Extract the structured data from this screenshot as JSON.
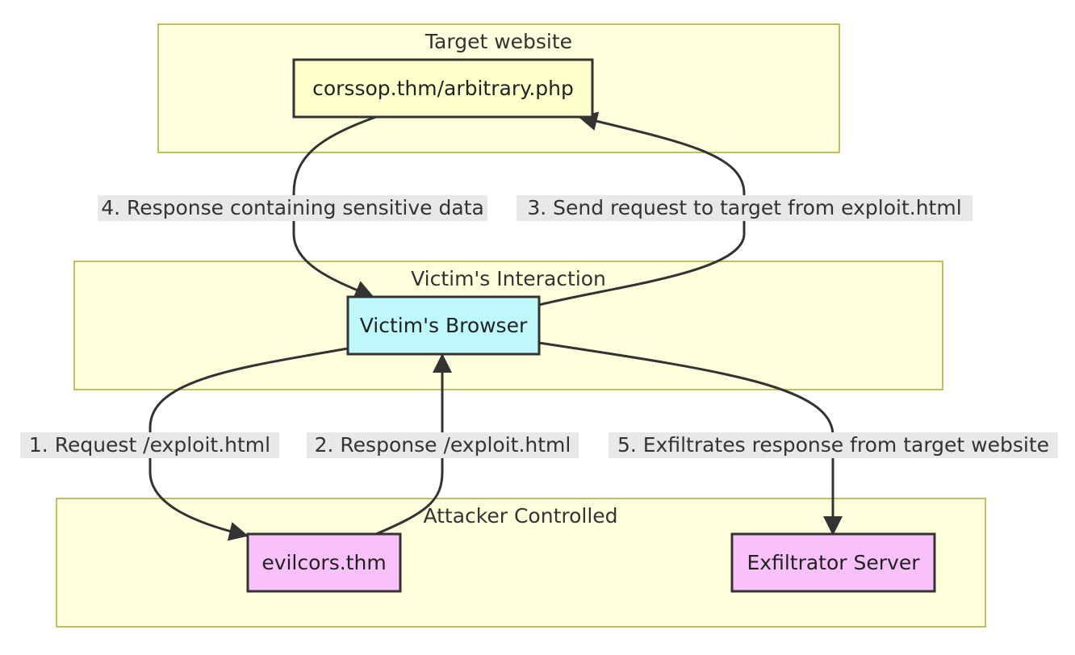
{
  "clusters": {
    "target": {
      "title": "Target website"
    },
    "victim": {
      "title": "Victim's Interaction"
    },
    "attacker": {
      "title": "Attacker Controlled"
    }
  },
  "nodes": {
    "target_page": {
      "label": "corssop.thm/arbitrary.php",
      "fill": "#ffffcc"
    },
    "victim_browser": {
      "label": "Victim's Browser",
      "fill": "#bff8fb"
    },
    "evilcors": {
      "label": "evilcors.thm",
      "fill": "#f8c1f9"
    },
    "exfiltrator": {
      "label": "Exfiltrator Server",
      "fill": "#f8c1f9"
    }
  },
  "edges": {
    "e1": {
      "label": "1. Request /exploit.html"
    },
    "e2": {
      "label": "2. Response /exploit.html"
    },
    "e3": {
      "label": "3. Send request to target from exploit.html"
    },
    "e4": {
      "label": "4. Response containing sensitive data"
    },
    "e5": {
      "label": "5. Exfiltrates response from target website"
    }
  },
  "colors": {
    "cluster_fill": "#ffffde",
    "cluster_stroke": "#aaaa33",
    "edge_stroke": "#333333",
    "edge_label_bg": "#e8e8e8"
  }
}
